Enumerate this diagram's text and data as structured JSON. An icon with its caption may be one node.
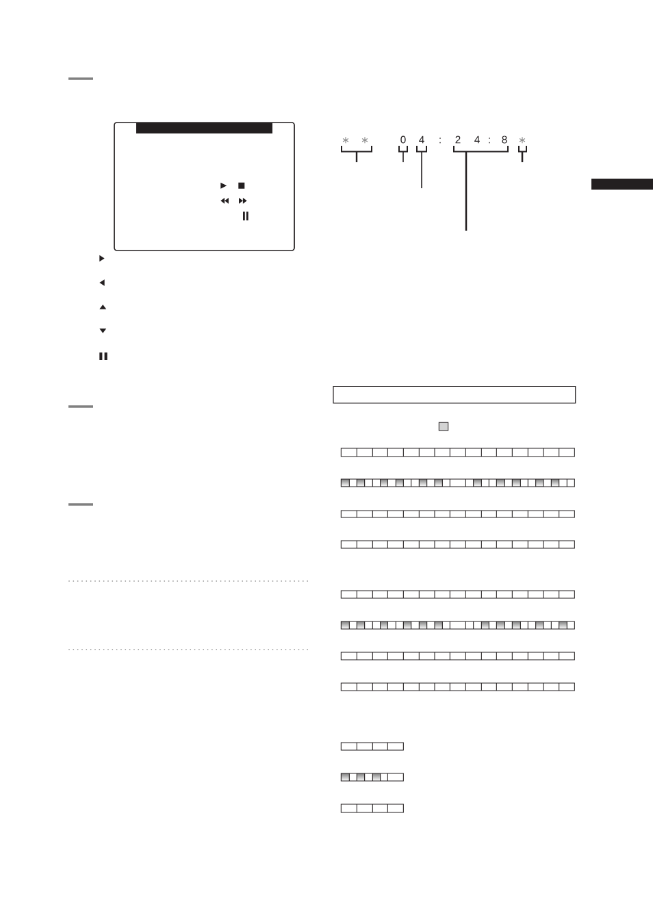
{
  "diagram": {
    "labels": [
      "∗",
      "∗",
      "0",
      "4",
      ":",
      "2",
      "4",
      ":",
      "8",
      "∗"
    ]
  }
}
